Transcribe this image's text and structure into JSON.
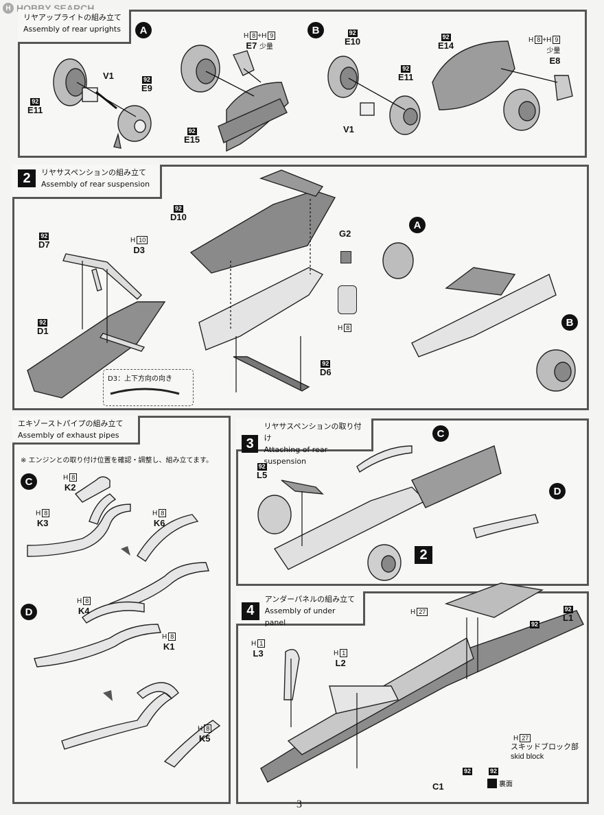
{
  "watermark": "HOBBY SEARCH",
  "page_number": "3",
  "step1": {
    "title_ja": "リヤアップライトの組み立て",
    "title_en": "Assembly of rear uprights",
    "sub_a": "A",
    "sub_b": "B",
    "a_labels": {
      "e11_num": "92",
      "e11": "E11",
      "v1": "V1",
      "e9_num": "92",
      "e9": "E9",
      "e7_h1": "H",
      "e7_h1b": "8",
      "e7_plus": "+",
      "e7_h2": "H",
      "e7_h2b": "9",
      "e7": "E7",
      "e7_small": "少量",
      "e15_num": "92",
      "e15": "E15"
    },
    "b_labels": {
      "e10_num": "92",
      "e10": "E10",
      "e11_num": "92",
      "e11": "E11",
      "v1": "V1",
      "e14_num": "92",
      "e14": "E14",
      "e8_h1": "H",
      "e8_h1b": "8",
      "e8_plus": "+",
      "e8_h2": "H",
      "e8_h2b": "9",
      "e8_small": "少量",
      "e8": "E8"
    }
  },
  "step2": {
    "num": "2",
    "title_ja": "リヤサスペンションの組み立て",
    "title_en": "Assembly of rear suspension",
    "labels": {
      "d10_num": "92",
      "d10": "D10",
      "d7_num": "92",
      "d7": "D7",
      "d3_h": "H",
      "d3_hb": "10",
      "d3": "D3",
      "d1_num": "92",
      "d1": "D1",
      "g2": "G2",
      "h8_h": "H",
      "h8_hb": "8",
      "d6_num": "92",
      "d6": "D6",
      "a": "A",
      "b": "B"
    },
    "dbox_note": "D3：上下方向の向き"
  },
  "exhaust": {
    "title_ja": "エキゾーストパイプの組み立て",
    "title_en": "Assembly of exhaust pipes",
    "note": "※ エンジンとの取り付け位置を確認・調整し、組み立てます。",
    "c": "C",
    "d": "D",
    "labels": {
      "k2_h": "H",
      "k2_hb": "8",
      "k2": "K2",
      "k3_h": "H",
      "k3_hb": "8",
      "k3": "K3",
      "k6_h": "H",
      "k6_hb": "8",
      "k6": "K6",
      "k4_h": "H",
      "k4_hb": "8",
      "k4": "K4",
      "k1_h": "H",
      "k1_hb": "8",
      "k1": "K1",
      "k5_h": "H",
      "k5_hb": "8",
      "k5": "K5"
    }
  },
  "step3": {
    "num": "3",
    "title_ja": "リヤサスペンションの取り付け",
    "title_en": "Attaching of rear suspension",
    "labels": {
      "l5_num": "92",
      "l5": "L5",
      "c": "C",
      "d": "D",
      "two": "2"
    }
  },
  "step4": {
    "num": "4",
    "title_ja": "アンダーパネルの組み立て",
    "title_en": "Assembly of under panel",
    "labels": {
      "h27_h": "H",
      "h27_hb": "27",
      "l1_num": "92",
      "l1": "L1",
      "num92a": "92",
      "l3_h": "H",
      "l3_hb": "1",
      "l3": "L3",
      "l2_h": "H",
      "l2_hb": "1",
      "l2": "L2",
      "h27b_h": "H",
      "h27b_hb": "27",
      "skid_ja": "スキッドブロック部",
      "skid_en": "skid block",
      "num92b": "92",
      "num92c": "92",
      "c1": "C1",
      "legend_num": "92",
      "legend_text": "裏面"
    }
  }
}
